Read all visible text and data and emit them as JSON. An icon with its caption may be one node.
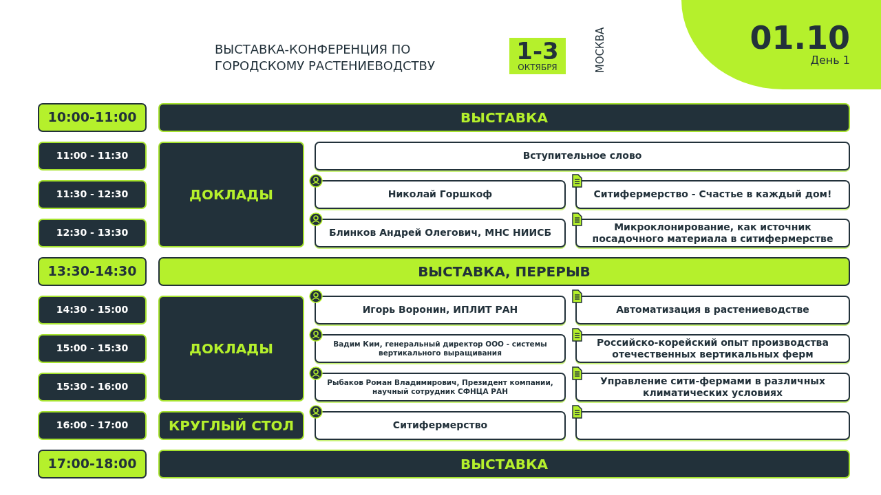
{
  "diagram": {
    "title": "ВЫСТАВКА-КОНФЕРЕНЦИЯ ПО ГОРОДСКОМУ РАСТЕНИЕВОДСТВУ",
    "nodes": [
      {
        "text": [
          "1-3",
          "ОКТЯБРЯ"
        ]
      },
      {
        "text": [
          "01.10",
          "День 1"
        ]
      },
      {
        "text": [
          "10:00-11:00"
        ]
      },
      {
        "text": [
          "ВЫСТАВКА"
        ]
      },
      {
        "text": [
          "11:00 - 11:30"
        ]
      },
      {
        "text": [
          "ДОКЛАДЫ"
        ]
      },
      {
        "text": [
          "Вступительное слово"
        ]
      },
      {
        "text": [
          "11:30 - 12:30"
        ]
      },
      {
        "text": [
          "Николай Горшкоф"
        ]
      },
      {
        "text": [
          "Ситифермерство - Счастье в каждый дом!"
        ]
      },
      {
        "text": [
          "12:30 - 13:30"
        ]
      },
      {
        "text": [
          "Блинков Андрей Олегович, МНС НИИСБ"
        ]
      },
      {
        "text": [
          "Микроклонирование, как источник посадочного материала в ситифермерстве"
        ]
      },
      {
        "text": [
          "13:30-14:30"
        ]
      },
      {
        "text": [
          "ВЫСТАВКА, ПЕРЕРЫВ"
        ]
      },
      {
        "text": [
          "14:30 - 15:00"
        ]
      },
      {
        "text": [
          "ДОКЛАДЫ"
        ]
      },
      {
        "text": [
          "Игорь Воронин, ИПЛИТ РАН"
        ]
      },
      {
        "text": [
          "Автоматизация в растениеводстве"
        ]
      },
      {
        "text": [
          "15:00 - 15:30"
        ]
      },
      {
        "text": [
          "Вадим Ким, генеральный директор ООО - системы вертикального выращивания"
        ]
      },
      {
        "text": [
          "Российско-корейский опыт производства отечественных вертикальных ферм"
        ]
      },
      {
        "text": [
          "15:30 - 16:00"
        ]
      },
      {
        "text": [
          "Рыбаков Роман Владимирович, Президент компании, научный сотрудник СФНЦА РАН"
        ]
      },
      {
        "text": [
          "Управление сити-фермами в различных климатических условиях"
        ]
      },
      {
        "text": [
          "16:00 - 17:00"
        ]
      },
      {
        "text": [
          "КРУГЛЫЙ СТОЛ"
        ]
      },
      {
        "text": [
          "Ситифермерство"
        ]
      },
      {
        "text": [],
        "shape": "box"
      },
      {
        "text": [
          "17:00-18:00"
        ]
      },
      {
        "text": [
          "ВЫСТАВКА"
        ]
      }
    ],
    "labels": [
      "МОСКВА"
    ]
  }
}
